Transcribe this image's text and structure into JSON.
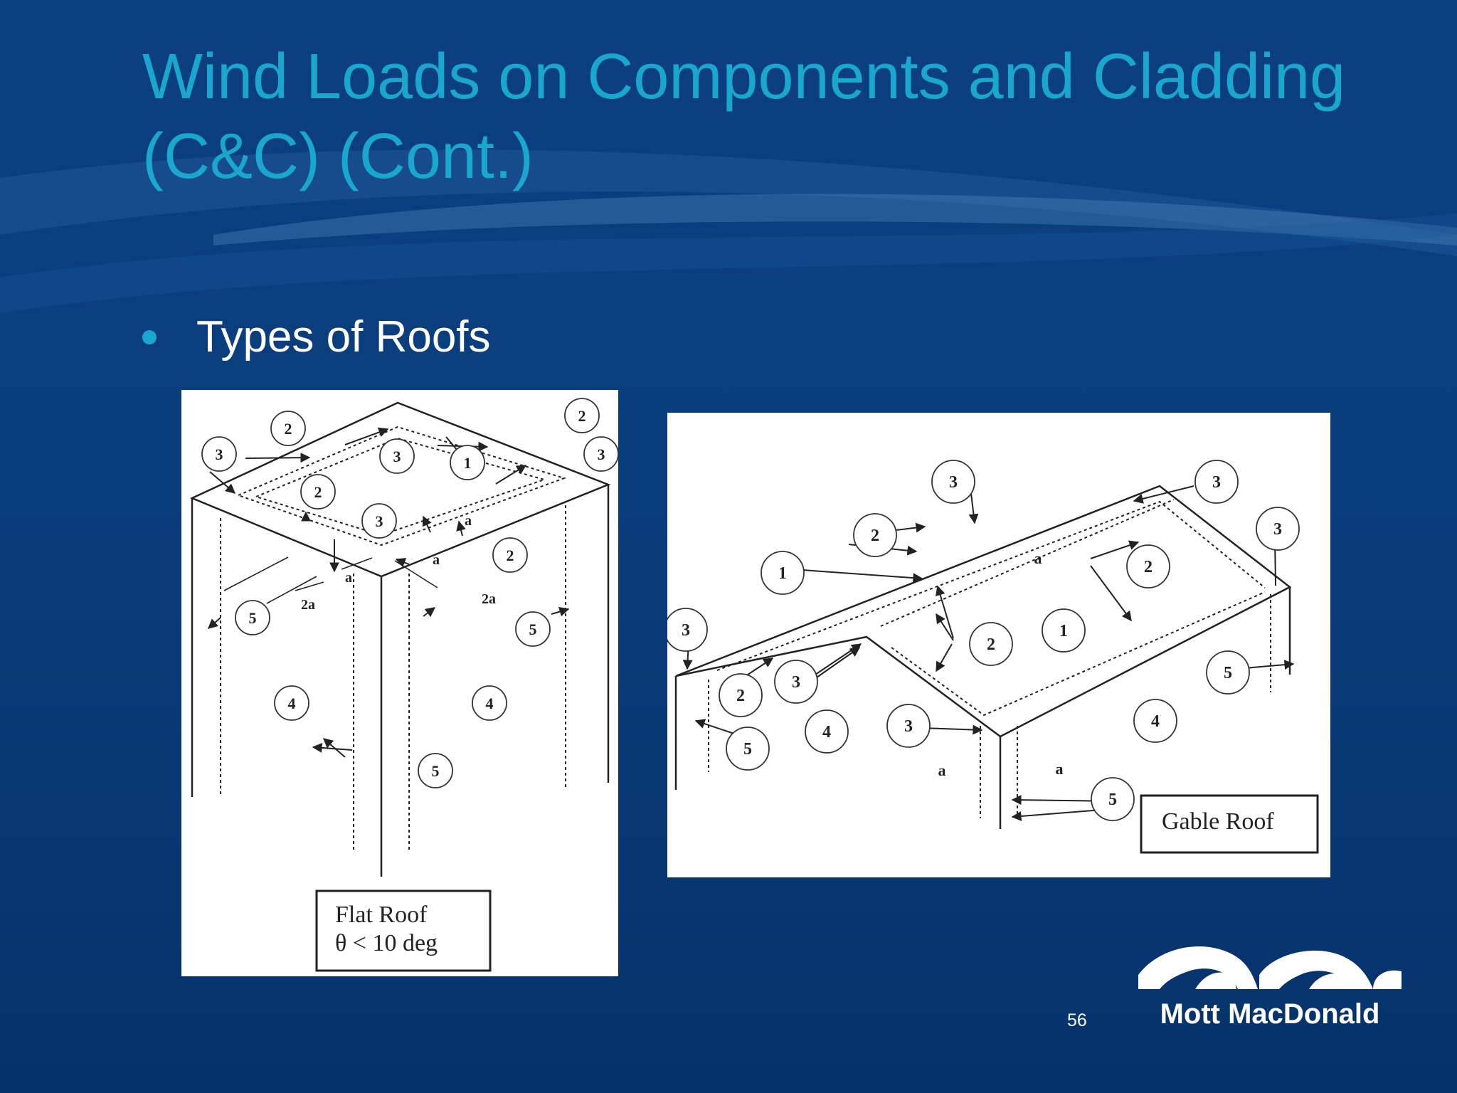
{
  "slide": {
    "title_lines": [
      "Wind Loads on Components and Cladding",
      "(C&C) (Cont.)"
    ],
    "bullet": "Types of Roofs",
    "page_number": "56",
    "logo_text": "Mott MacDonald"
  },
  "flat_roof": {
    "caption_lines": [
      "Flat Roof",
      "θ < 10 deg"
    ],
    "dim_a": "a",
    "dim_2a": "2a"
  },
  "gable_roof": {
    "caption": "Gable Roof",
    "dim_a": "a"
  },
  "colors": {
    "background": "#0a3d7c",
    "title": "#1aa7cf",
    "text": "#ffffff"
  }
}
